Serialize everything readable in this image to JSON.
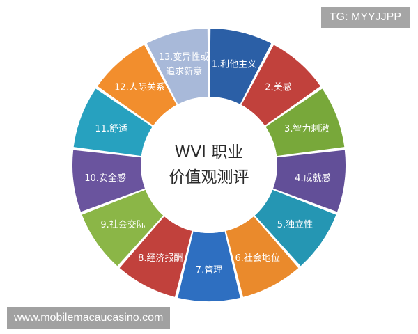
{
  "center": {
    "line1": "WVI 职业",
    "line2": "价值观测评"
  },
  "segments": [
    {
      "lines": [
        "1.利他主义"
      ],
      "color": "#2b5fa6"
    },
    {
      "lines": [
        "2.美感"
      ],
      "color": "#c1413c"
    },
    {
      "lines": [
        "3.智力刺激"
      ],
      "color": "#78a83a"
    },
    {
      "lines": [
        "4.成就感"
      ],
      "color": "#624f98"
    },
    {
      "lines": [
        "5.独立性"
      ],
      "color": "#2596b3"
    },
    {
      "lines": [
        "6.社会地位"
      ],
      "color": "#ea8a2c"
    },
    {
      "lines": [
        "7.管理"
      ],
      "color": "#2e6fc1"
    },
    {
      "lines": [
        "8.经济报酬"
      ],
      "color": "#c1413c"
    },
    {
      "lines": [
        "9.社会交际"
      ],
      "color": "#8bb647"
    },
    {
      "lines": [
        "10.安全感"
      ],
      "color": "#6a549e"
    },
    {
      "lines": [
        "11.舒适"
      ],
      "color": "#27a1bf"
    },
    {
      "lines": [
        "12.人际关系"
      ],
      "color": "#f28e2d"
    },
    {
      "lines": [
        "13.变异性或",
        "追求新意"
      ],
      "color": "#a8b9d9"
    }
  ],
  "watermarks": {
    "top_right": "TG: MYYJJPP",
    "bottom_left": "www.mobilemacaucasino.com"
  }
}
